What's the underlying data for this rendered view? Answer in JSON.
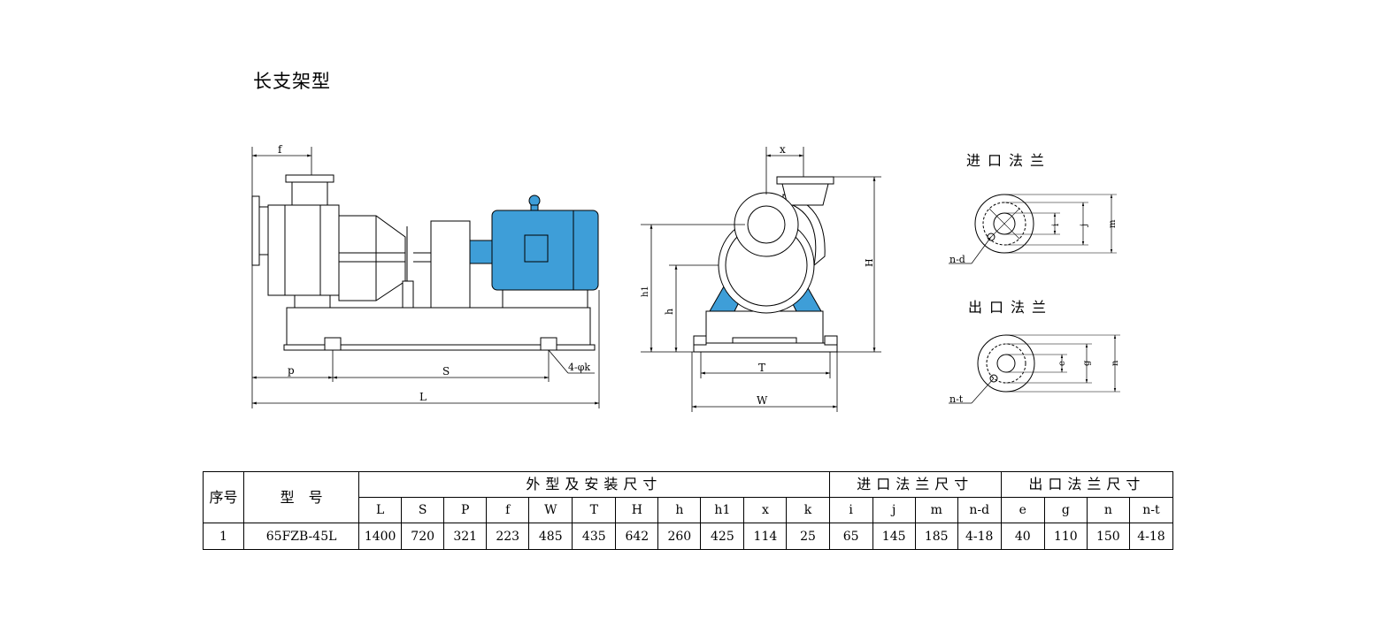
{
  "title": "长支架型",
  "side_view": {
    "dim_labels": {
      "f": "f",
      "p": "p",
      "S": "S",
      "L": "L",
      "bolt": "4-φk"
    }
  },
  "front_view": {
    "dim_labels": {
      "x": "x",
      "h1": "h1",
      "h": "h",
      "H": "H",
      "T": "T",
      "W": "W"
    }
  },
  "inlet_flange": {
    "title": "进口法兰",
    "labels": {
      "i": "i",
      "j": "j",
      "m": "m",
      "nd": "n-d"
    }
  },
  "outlet_flange": {
    "title": "出口法兰",
    "labels": {
      "e": "e",
      "g": "g",
      "n": "n",
      "nt": "n-t"
    }
  },
  "colors": {
    "motor_blue": "#3e9ed8",
    "line": "#000000"
  },
  "table": {
    "col_index": "序号",
    "col_model": "型　号",
    "group_dims": "外型及安装尺寸",
    "group_inlet": "进口法兰尺寸",
    "group_outlet": "出口法兰尺寸",
    "dim_headers": [
      "L",
      "S",
      "P",
      "f",
      "W",
      "T",
      "H",
      "h",
      "h1",
      "x",
      "k"
    ],
    "inlet_headers": [
      "i",
      "j",
      "m",
      "n-d"
    ],
    "outlet_headers": [
      "e",
      "g",
      "n",
      "n-t"
    ],
    "rows": [
      {
        "index": "1",
        "model": "65FZB-45L",
        "dims": [
          "1400",
          "720",
          "321",
          "223",
          "485",
          "435",
          "642",
          "260",
          "425",
          "114",
          "25"
        ],
        "inlet": [
          "65",
          "145",
          "185",
          "4-18"
        ],
        "outlet": [
          "40",
          "110",
          "150",
          "4-18"
        ]
      }
    ]
  }
}
